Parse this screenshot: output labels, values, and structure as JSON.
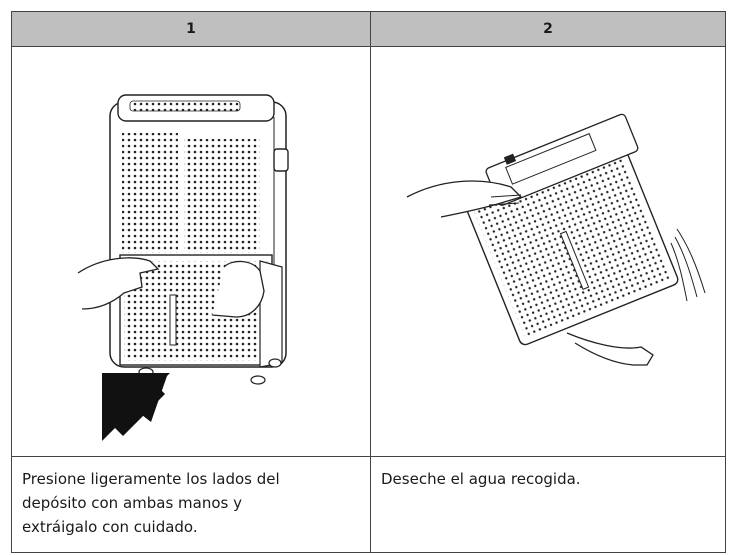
{
  "table": {
    "headers": [
      "1",
      "2"
    ],
    "captions": [
      "Presione ligeramente los lados del depósito con ambas manos y extráigalo con cuidado.",
      "Deseche el agua recogida."
    ]
  }
}
